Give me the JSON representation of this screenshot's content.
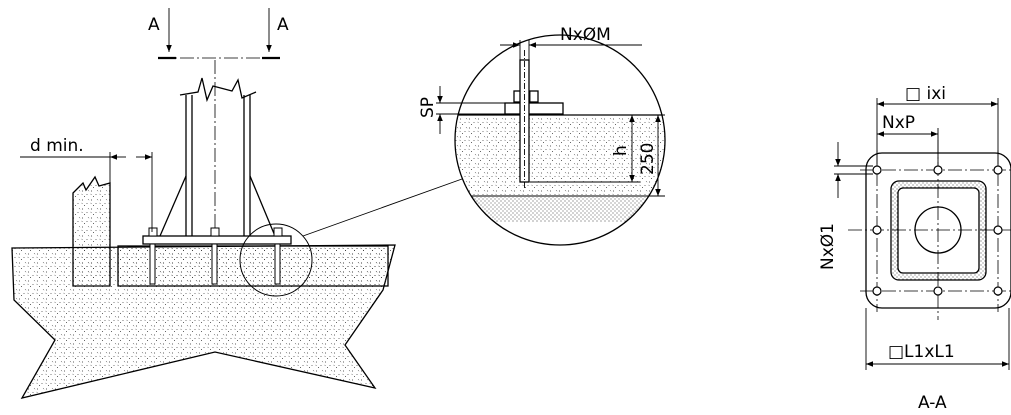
{
  "labels": {
    "section_mark": "A",
    "d_min": "d min.",
    "anchor_count_diameter": "NxØM",
    "sp": "SP",
    "h": "h",
    "depth": "250",
    "plate_size": "□ ixi",
    "pitch": "NxP",
    "hole_diameter": "NxØ1",
    "base_size": "□L1xL1",
    "section_title": "A-A"
  },
  "colors": {
    "ink": "#000000",
    "background": "#ffffff"
  }
}
